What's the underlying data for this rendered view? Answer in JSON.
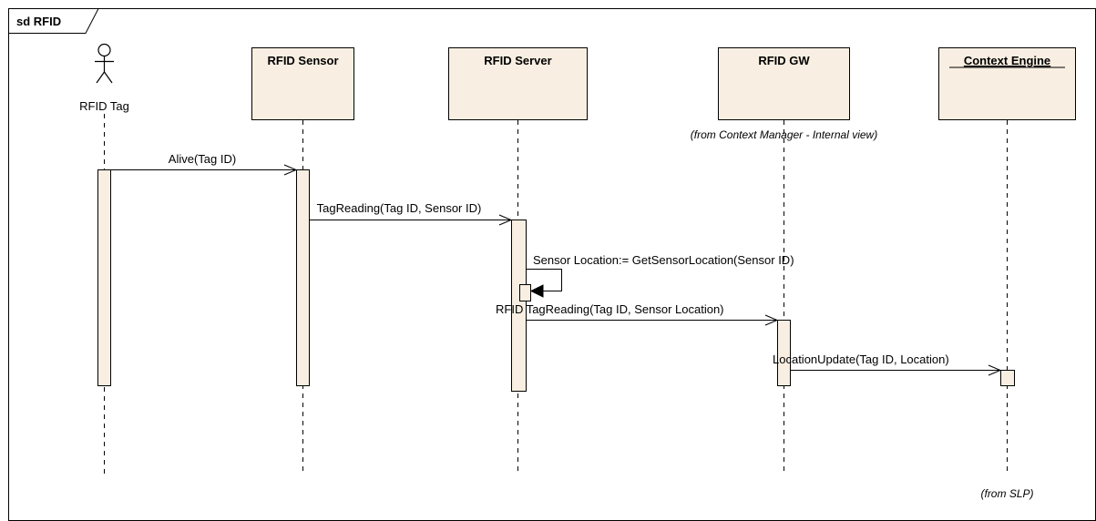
{
  "frame": {
    "label": "sd RFID"
  },
  "actor": {
    "name": "RFID Tag"
  },
  "lifelines": [
    {
      "name": "RFID Sensor",
      "underlined": false,
      "note": ""
    },
    {
      "name": "RFID Server",
      "underlined": false,
      "note": ""
    },
    {
      "name": "RFID GW",
      "underlined": false,
      "note": "(from Context Manager - Internal view)"
    },
    {
      "name": "Context Engine",
      "underlined": true,
      "note": "(from SLP)"
    }
  ],
  "messages": [
    {
      "label": "Alive(Tag ID)",
      "from": "RFID Tag",
      "to": "RFID Sensor",
      "kind": "async"
    },
    {
      "label": "TagReading(Tag ID, Sensor ID)",
      "from": "RFID Sensor",
      "to": "RFID Server",
      "kind": "async"
    },
    {
      "label": "Sensor Location:= GetSensorLocation(Sensor ID)",
      "from": "RFID Server",
      "to": "RFID Server",
      "kind": "self-sync"
    },
    {
      "label": "RFID TagReading(Tag ID, Sensor Location)",
      "from": "RFID Server",
      "to": "RFID GW",
      "kind": "async"
    },
    {
      "label": "LocationUpdate(Tag ID, Location)",
      "from": "RFID GW",
      "to": "Context Engine",
      "kind": "async"
    }
  ],
  "colors": {
    "box_fill": "#f8efe2",
    "activation_fill": "#f8efe2",
    "line": "#000000"
  }
}
